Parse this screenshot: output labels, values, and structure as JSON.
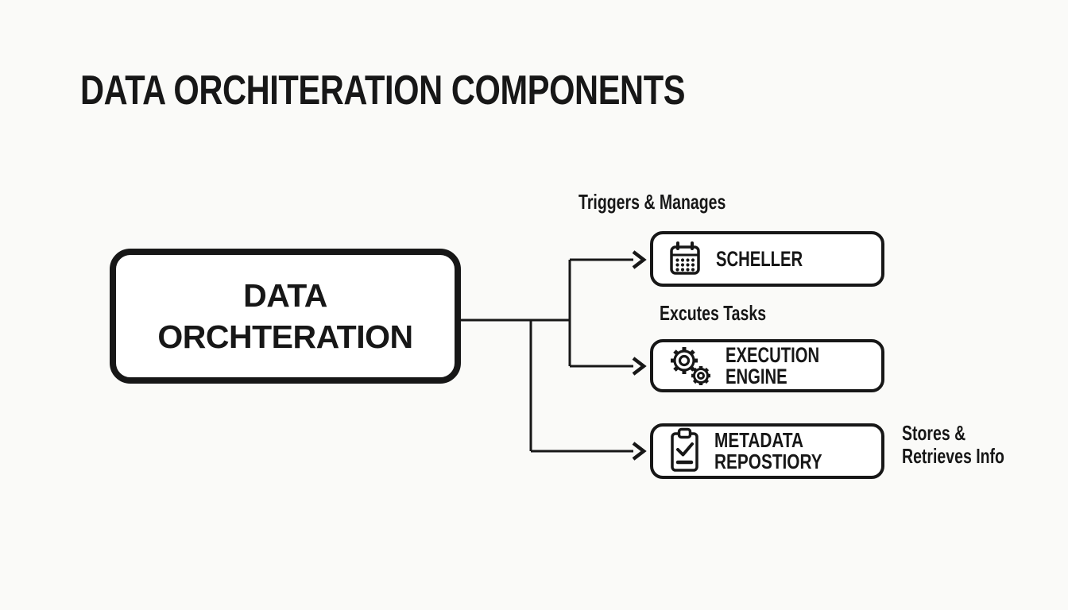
{
  "title": "DATA ORCHITERATION COMPONENTS",
  "main_node": {
    "label": "DATA\nORCHTERATION"
  },
  "nodes": [
    {
      "id": "scheduler",
      "label": "SCHELLER",
      "icon": "calendar-icon",
      "annotation": "Triggers & Manages",
      "annotation_position": "above"
    },
    {
      "id": "execution-engine",
      "label": "EXECUTION ENGINE",
      "icon": "gears-icon",
      "annotation": "Excutes Tasks",
      "annotation_position": "above"
    },
    {
      "id": "metadata-repository",
      "label": "METADATA\nREPOSTIORY",
      "icon": "clipboard-check-icon",
      "annotation": "Stores &\nRetrieves Info",
      "annotation_position": "right"
    }
  ],
  "colors": {
    "ink": "#171717",
    "background": "#fafaf8",
    "node_fill": "#ffffff"
  }
}
